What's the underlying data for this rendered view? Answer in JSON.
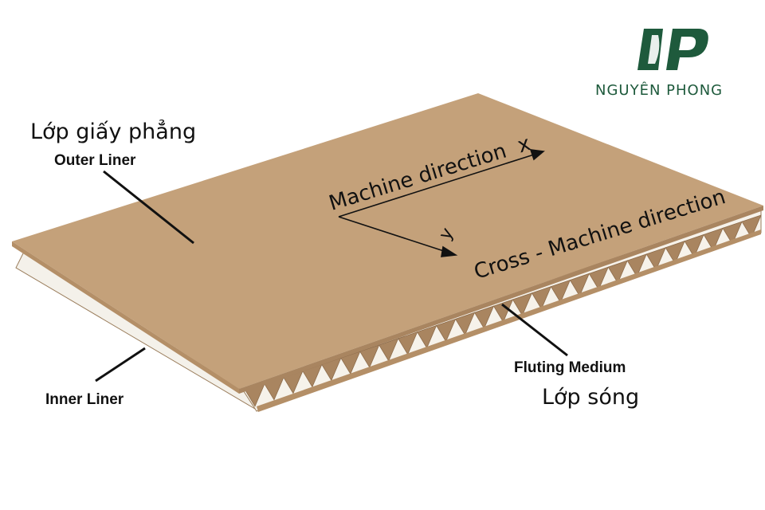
{
  "logo": {
    "name": "NGUYÊN PHONG",
    "monogram": "NP",
    "color": "#1e5a3c"
  },
  "labels": {
    "outer_liner_vi": "Lớp giấy phẳng",
    "outer_liner_en": "Outer Liner",
    "inner_liner_en": "Inner Liner",
    "fluting_medium_en": "Fluting Medium",
    "fluting_medium_vi": "Lớp sóng",
    "machine_direction": "Machine direction",
    "machine_direction_axis": "x",
    "cross_machine_direction": "Cross - Machine direction",
    "cross_machine_direction_axis": "y"
  },
  "colors": {
    "liner_top": "#c4a17a",
    "liner_edge": "#b48f67",
    "inner_liner": "#f4f1ea",
    "flute": "#a98560",
    "text": "#111111"
  }
}
